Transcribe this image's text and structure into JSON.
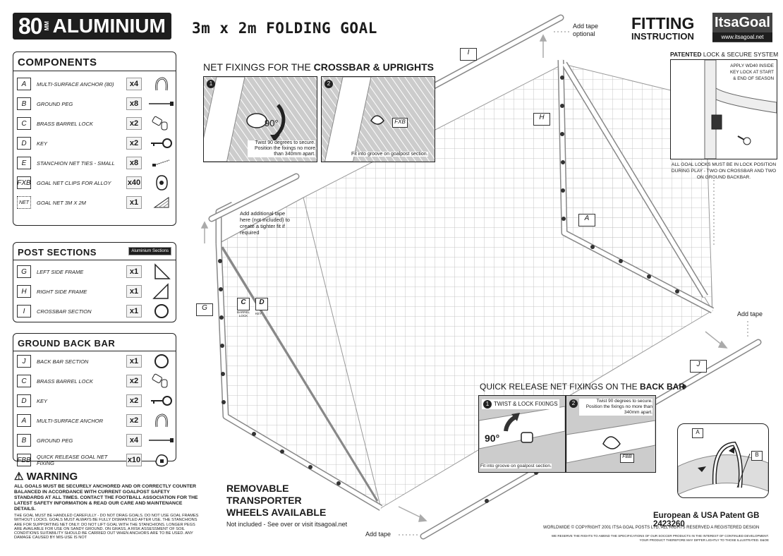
{
  "header": {
    "brand_number": "80",
    "brand_unit": "MM",
    "brand_material": "ALUMINIUM",
    "title": "3m x 2m FOLDING GOAL",
    "fitting_l1": "FITTING",
    "fitting_l2": "INSTRUCTION",
    "logo_name": "ItsaGoal",
    "logo_url": "www.itsagoal.net"
  },
  "components": {
    "title": "COMPONENTS",
    "items": [
      {
        "code": "A",
        "label": "MULTI-SURFACE ANCHOR (80)",
        "qty": "x4",
        "icon": "anchor-icon"
      },
      {
        "code": "B",
        "label": "GROUND PEG",
        "qty": "x8",
        "icon": "peg-icon"
      },
      {
        "code": "C",
        "label": "BRASS BARREL LOCK",
        "qty": "x2",
        "icon": "lock-icon"
      },
      {
        "code": "D",
        "label": "KEY",
        "qty": "x2",
        "icon": "key-icon"
      },
      {
        "code": "E",
        "label": "STANCHION NET TIES - SMALL",
        "qty": "x8",
        "icon": "tie-icon"
      },
      {
        "code": "FXB",
        "label": "GOAL NET CLIPS FOR ALLOY",
        "qty": "x40",
        "icon": "clip-icon"
      },
      {
        "code": "NET",
        "label": "GOAL NET 3m x 2m",
        "qty": "x1",
        "icon": "net-icon"
      }
    ]
  },
  "post_sections": {
    "title": "POST SECTIONS",
    "tag": "Aluminium Sections",
    "items": [
      {
        "code": "G",
        "label": "LEFT SIDE FRAME",
        "qty": "x1",
        "icon": "left-frame-icon"
      },
      {
        "code": "H",
        "label": "RIGHT SIDE FRAME",
        "qty": "x1",
        "icon": "right-frame-icon"
      },
      {
        "code": "I",
        "label": "CROSSBAR SECTION",
        "qty": "x1",
        "icon": "tube-icon"
      }
    ]
  },
  "ground_back_bar": {
    "title": "GROUND BACK BAR",
    "items": [
      {
        "code": "J",
        "label": "BACK BAR SECTION",
        "qty": "x1",
        "icon": "tube-icon"
      },
      {
        "code": "C",
        "label": "BRASS BARREL LOCK",
        "qty": "x2",
        "icon": "lock-icon"
      },
      {
        "code": "D",
        "label": "KEY",
        "qty": "x2",
        "icon": "key-icon"
      },
      {
        "code": "A",
        "label": "MULTI-SURFACE ANCHOR",
        "qty": "x2",
        "icon": "anchor-icon"
      },
      {
        "code": "B",
        "label": "GROUND PEG",
        "qty": "x4",
        "icon": "peg-icon"
      },
      {
        "code": "FBB",
        "label": "QUICK RELEASE GOAL NET FIXING",
        "qty": "x10",
        "icon": "fixing-icon"
      }
    ]
  },
  "warning": {
    "title": "WARNING",
    "bold_text": "ALL GOALS MUST BE SECURELY ANCHORED AND OR CORRECTLY COUNTER BALANCED IN ACCORDANCE WITH CURRENT GOALPOST SAFETY STANDARDS AT ALL TIMES. CONTACT THE FOOTBALL ASSOCIATION FOR THE LATEST SAFETY INFORMATION & READ OUR CARE AND MAINTENANCE DETAILS.",
    "small_text": "THE GOAL MUST BE HANDLED CAREFULLY - DO NOT DRAG GOALS. DO NOT USE GOAL FRAMES WITHOUT LOCKS. GOALS MUST ALWAYS BE FULLY DISMANTLED AFTER USE. THE STANCHIONS ARE FOR SUPPORTING NET ONLY: DO NOT LIFT GOAL WITH THE STANCHIONS. LONGER PEGS ARE AVAILABLE FOR USE ON SANDY GROUND. ON GRASS, A RISK ASSESSMENT OF SOIL CONDITIONS SUITABILITY SHOULD BE CARRIED OUT WHEN ANCHORS ARE TO BE USED. ANY DAMAGE CAUSED BY MIS-USE IS NOT"
  },
  "removable": {
    "l1": "REMOVABLE",
    "l2": "TRANSPORTER",
    "l3": "WHEELS AVAILABLE",
    "note": "Not included - See over or visit itsagoal.net"
  },
  "net_fixings": {
    "title_plain": "NET FIXINGS FOR THE ",
    "title_bold": "CROSSBAR & UPRIGHTS",
    "step1_num": "1",
    "step1_angle": "90°",
    "step1_note": "Twist 90 degrees to secure. Position the fixings no more than 340mm apart.",
    "step2_num": "2",
    "step2_code": "FXB",
    "step2_note": "Fit into groove on goalpost section."
  },
  "patented": {
    "title_bold": "PATENTED",
    "title_plain": " LOCK & SECURE SYSTEM",
    "wd40": "APPLY WD40 INSIDE KEY LOCK AT START & END OF SEASON",
    "note": "ALL GOAL LOCKS MUST BE IN LOCK POSITION DURING PLAY - TWO ON CROSSBAR AND TWO ON GROUND BACKBAR."
  },
  "quick_release": {
    "title_plain": "QUICK RELEASE NET FIXINGS ON THE ",
    "title_bold": "BACK BAR",
    "step1_num": "1",
    "step1_label": "TWIST & LOCK FIXINGS",
    "step1_angle": "90°",
    "step1_note": "Fit into groove on goalpost section.",
    "step2_num": "2",
    "step2_note": "Twist 90 degrees to secure. Position the fixings no more than 340mm apart.",
    "step2_code": "FBB"
  },
  "diagram_labels": {
    "add_tape_optional": "Add tape optional",
    "add_tape_right": "Add tape",
    "add_tape_bottom": "Add tape",
    "add_tape_note": "Add additional tape here (not included) to create a tighter fit if required",
    "label_I": "I",
    "label_H": "H",
    "label_A": "A",
    "label_G": "G",
    "label_C": "C",
    "label_D": "D",
    "label_J": "J",
    "barrel_lock": "BARREL LOCK",
    "key": "KEY",
    "inset_A": "A",
    "inset_B": "B"
  },
  "footer": {
    "patent": "European & USA Patent GB 2423260",
    "copyright": "WORLDWIDE © COPYRIGHT 2001 ITSA GOAL POSTS LTD, ALL RIGHTS RESERVED A REGISTERED DESIGN",
    "disclaimer": "WE RESERVE THE RIGHTS TO AMEND THE SPECIFICATIONS OF OUR SOCCER PRODUCTS IN THE INTEREST OF CONTINUED DEVELOPMENT. YOUR PRODUCT THEREFORE MAY DIFFER LIGHTLY TO THOSE ILLUSTRATED. E&OE"
  }
}
